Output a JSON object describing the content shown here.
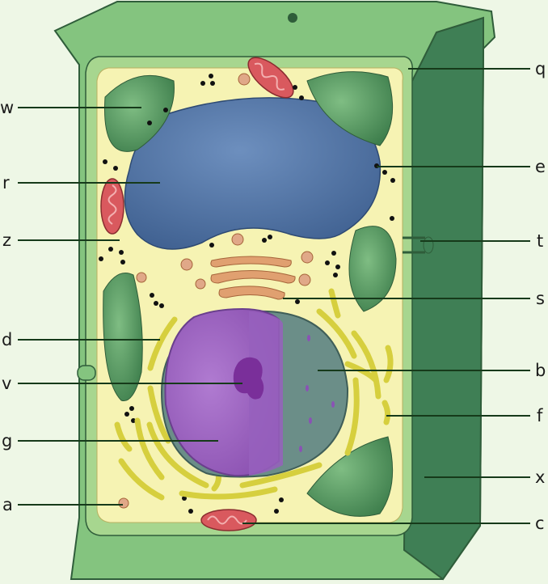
{
  "labels": {
    "w": "w",
    "r": "r",
    "z": "z",
    "d": "d",
    "v": "v",
    "g": "g",
    "a": "a",
    "q": "q",
    "e": "e",
    "t": "t",
    "s": "s",
    "b": "b",
    "f": "f",
    "x": "x",
    "c": "c"
  },
  "colors": {
    "background": "#eef7e6",
    "cell_wall": "#84c47f",
    "cell_wall_outline": "#2f5d3a",
    "cell_wall_side": "#3f7f55",
    "cytoplasm": "#f6f3b3",
    "vacuole": "#5377a6",
    "chloroplast": "#5e9e66",
    "mitochondrion": "#d9595e",
    "nucleus": "#a36cc6",
    "nucleolus": "#7a2f9a",
    "nuclear_envelope": "#6b8e88",
    "golgi": "#e0a070",
    "er": "#d6cf3e",
    "leader_line": "#163a1a"
  }
}
